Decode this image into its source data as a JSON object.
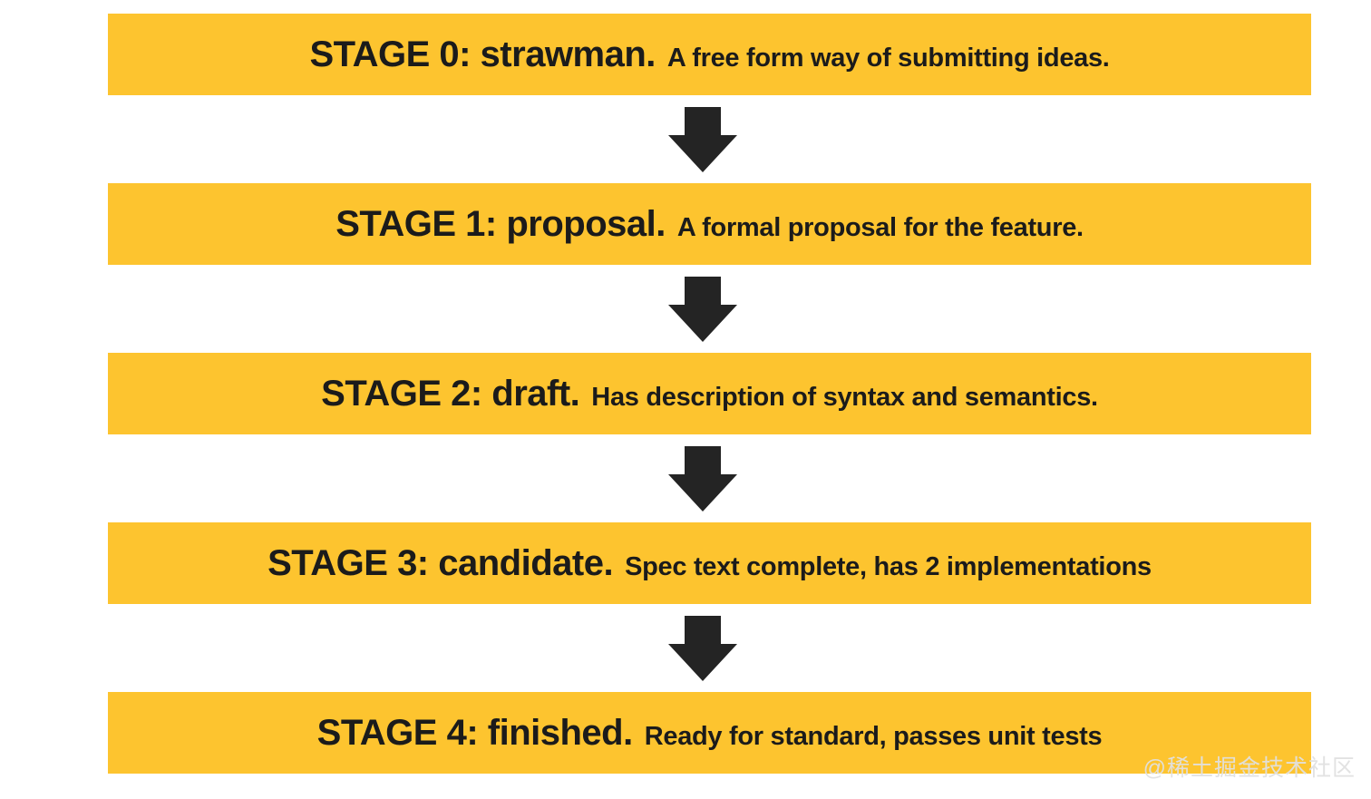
{
  "page": {
    "watermark": "@稀土掘金技术社区"
  },
  "colors": {
    "bar_background": "#fdc42f",
    "text": "#1b1b1b",
    "arrow": "#242424",
    "watermark": "#e0e0e0",
    "page_background": "#ffffff"
  },
  "diagram": {
    "stages": [
      {
        "label": "STAGE 0: strawman.",
        "description": "A free form way of submitting ideas."
      },
      {
        "label": "STAGE 1: proposal.",
        "description": "A formal proposal for the feature."
      },
      {
        "label": "STAGE 2: draft.",
        "description": "Has description of syntax and semantics."
      },
      {
        "label": "STAGE 3: candidate.",
        "description": "Spec text complete, has 2 implementations"
      },
      {
        "label": "STAGE 4: finished.",
        "description": "Ready for standard, passes unit tests"
      }
    ],
    "arrow_icon": "down-arrow"
  }
}
